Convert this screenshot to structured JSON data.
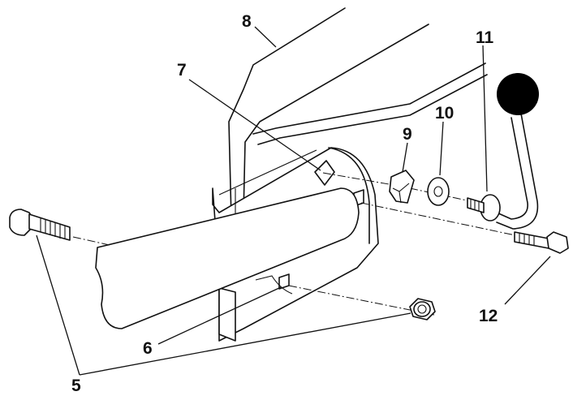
{
  "callouts": [
    {
      "id": "c5",
      "label": "5"
    },
    {
      "id": "c6",
      "label": "6"
    },
    {
      "id": "c7",
      "label": "7"
    },
    {
      "id": "c8",
      "label": "8"
    },
    {
      "id": "c9",
      "label": "9"
    },
    {
      "id": "c10",
      "label": "10"
    },
    {
      "id": "c11",
      "label": "11"
    },
    {
      "id": "c12",
      "label": "12"
    }
  ],
  "colors": {
    "ink": "#111111",
    "knob": "#000000",
    "paper": "#ffffff"
  }
}
